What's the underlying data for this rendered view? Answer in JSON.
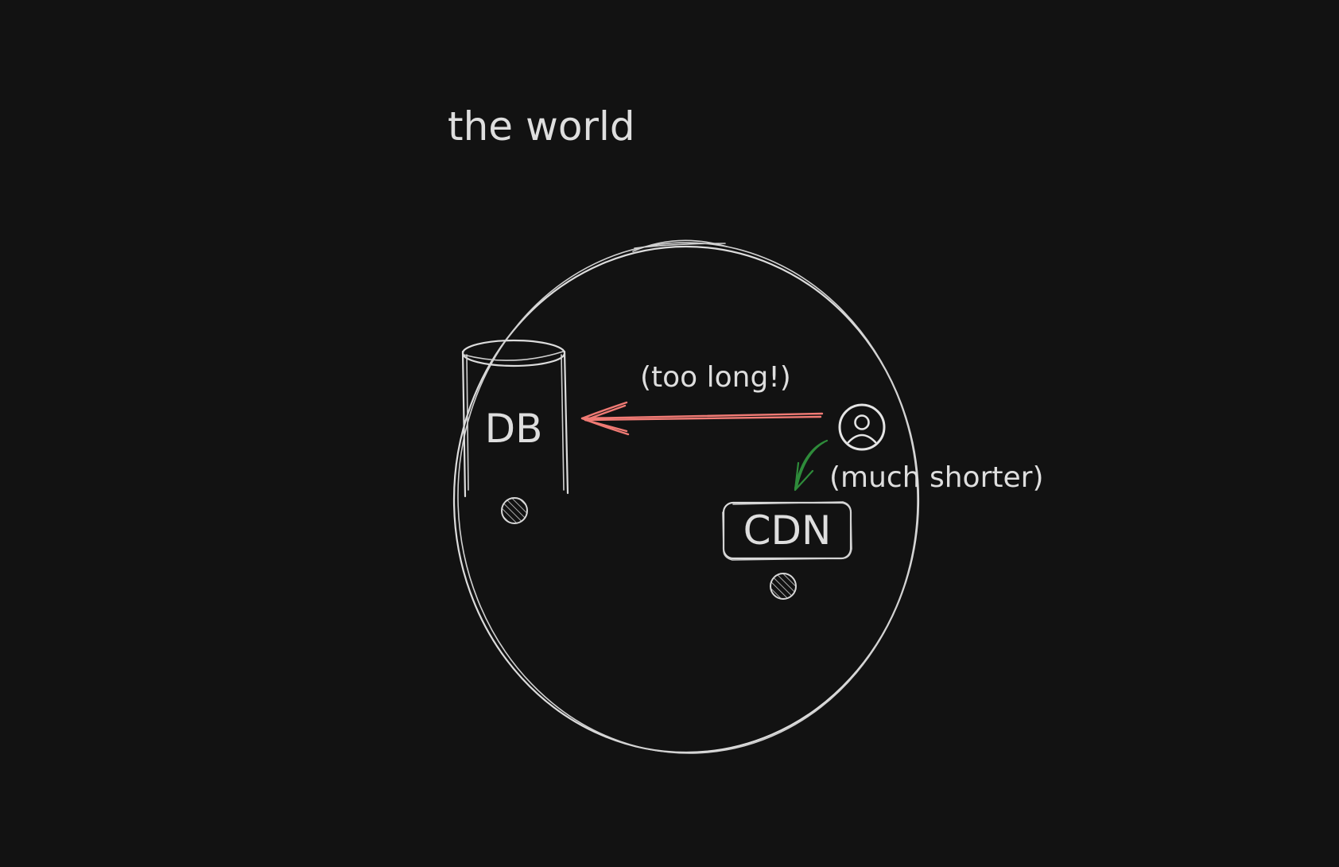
{
  "diagram": {
    "title": "the world",
    "nodes": {
      "db": {
        "label": "DB",
        "shape": "cylinder"
      },
      "cdn": {
        "label": "CDN",
        "shape": "rounded-rectangle"
      },
      "user": {
        "icon": "user-icon"
      },
      "world": {
        "shape": "circle"
      }
    },
    "edges": [
      {
        "from": "user",
        "to": "db",
        "label": "(too long!)",
        "color": "#f07a74"
      },
      {
        "from": "user",
        "to": "cdn",
        "label": "(much shorter)",
        "color": "#2e8b3a"
      }
    ],
    "markers": [
      {
        "near": "db",
        "icon": "hatched-dot-icon"
      },
      {
        "near": "cdn",
        "icon": "hatched-dot-icon"
      }
    ]
  },
  "colors": {
    "background": "#121212",
    "stroke": "#dcdcdc",
    "long_arrow": "#f07a74",
    "short_arrow": "#2e8b3a"
  }
}
